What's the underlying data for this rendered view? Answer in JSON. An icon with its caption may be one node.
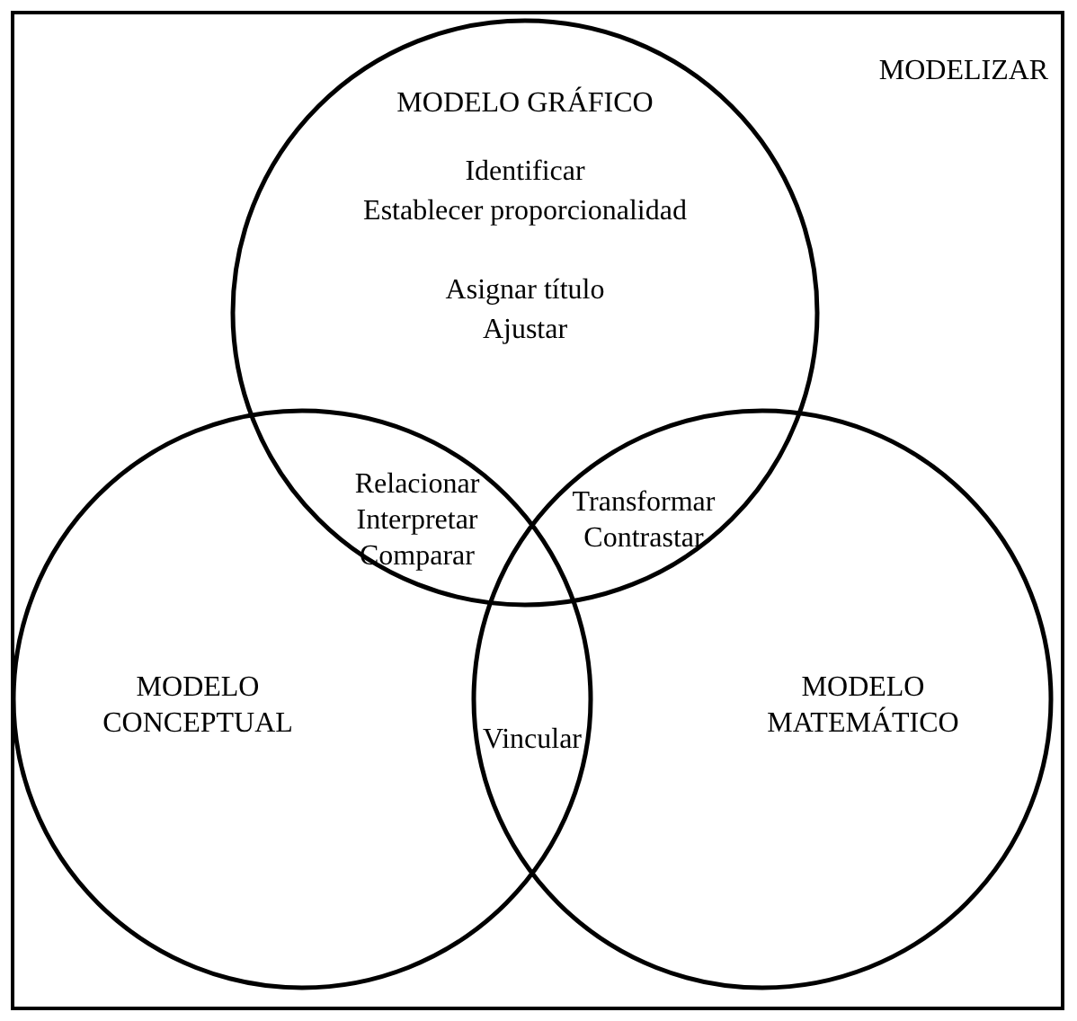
{
  "diagram": {
    "nodes": [
      {
        "text": [
          "MODELIZAR"
        ]
      },
      {
        "text": [
          "MODELO GRÁFICO",
          "Identificar",
          "Establecer proporcionalidad",
          "Asignar título",
          "Ajustar"
        ],
        "in": 0
      },
      {
        "text": [
          "MODELO CONCEPTUAL"
        ],
        "in": 0
      },
      {
        "text": [
          "MODELO MATEMÁTICO"
        ],
        "in": 0
      }
    ],
    "labels": [
      "Relacionar Interpretar Comparar",
      "Transformar Contrastar",
      "Vincular"
    ]
  }
}
